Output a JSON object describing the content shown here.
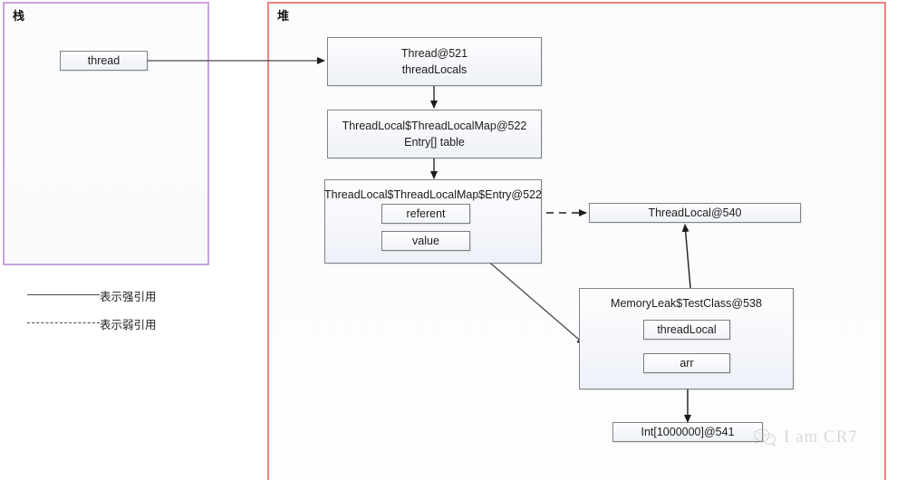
{
  "diagram": {
    "title": "ThreadLocal memory leak reference diagram",
    "regions": [
      {
        "id": "stack",
        "label": "栈",
        "border_color": "#c9a0dc"
      },
      {
        "id": "heap",
        "label": "堆",
        "border_color": "#f08080"
      }
    ],
    "nodes": {
      "thread_ref": {
        "label": "thread"
      },
      "thread_obj": {
        "line1": "Thread@521",
        "line2": "threadLocals"
      },
      "threadlocalmap": {
        "line1": "ThreadLocal$ThreadLocalMap@522",
        "line2": "Entry[] table"
      },
      "entry": {
        "title": "ThreadLocal$ThreadLocalMap$Entry@522",
        "fields": [
          {
            "label": "referent"
          },
          {
            "label": "value"
          }
        ]
      },
      "threadlocal540": {
        "label": "ThreadLocal@540"
      },
      "testclass": {
        "title": "MemoryLeak$TestClass@538",
        "fields": [
          {
            "label": "threadLocal"
          },
          {
            "label": "arr"
          }
        ]
      },
      "int_array": {
        "label": "Int[1000000]@541"
      }
    },
    "legend": [
      {
        "style": "solid",
        "text": "表示强引用"
      },
      {
        "style": "dashed",
        "text": "表示弱引用"
      }
    ],
    "watermark": {
      "text": "I am CR7",
      "icon": "wechat-icon"
    }
  }
}
